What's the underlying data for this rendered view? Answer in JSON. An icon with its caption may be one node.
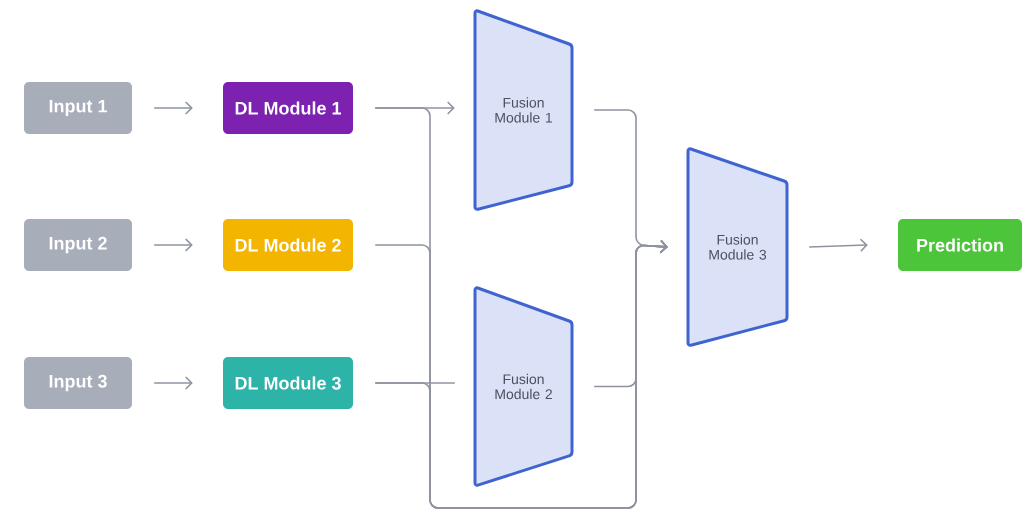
{
  "diagram": {
    "nodes": [
      {
        "text": [
          "Input 1"
        ]
      },
      {
        "text": [
          "Input 2"
        ]
      },
      {
        "text": [
          "Input 3"
        ]
      },
      {
        "text": [
          "DL Module 1"
        ]
      },
      {
        "text": [
          "DL Module 2"
        ]
      },
      {
        "text": [
          "DL Module 3"
        ]
      },
      {
        "text": [
          "Fusion Module 1"
        ]
      },
      {
        "text": [
          "Fusion Module 2"
        ]
      },
      {
        "text": [
          "Fusion Module 3"
        ]
      },
      {
        "text": [
          "Prediction"
        ]
      }
    ],
    "edges": [
      {
        "from": 0,
        "to": 3,
        "arrow": "to"
      },
      {
        "from": 1,
        "to": 4,
        "arrow": "to"
      },
      {
        "from": 2,
        "to": 5,
        "arrow": "to"
      },
      {
        "from": 3,
        "to": 6,
        "arrow": "to"
      },
      {
        "from": 5,
        "to": 7,
        "arrow": "none"
      },
      {
        "from": 3,
        "to": 8,
        "arrow": "to"
      },
      {
        "from": 4,
        "to": 8,
        "arrow": "to"
      },
      {
        "from": 5,
        "to": 8,
        "arrow": "to"
      },
      {
        "from": 6,
        "to": 8,
        "arrow": "to"
      },
      {
        "from": 7,
        "to": 8,
        "arrow": "to"
      },
      {
        "from": 8,
        "to": 9,
        "arrow": "to"
      }
    ]
  }
}
